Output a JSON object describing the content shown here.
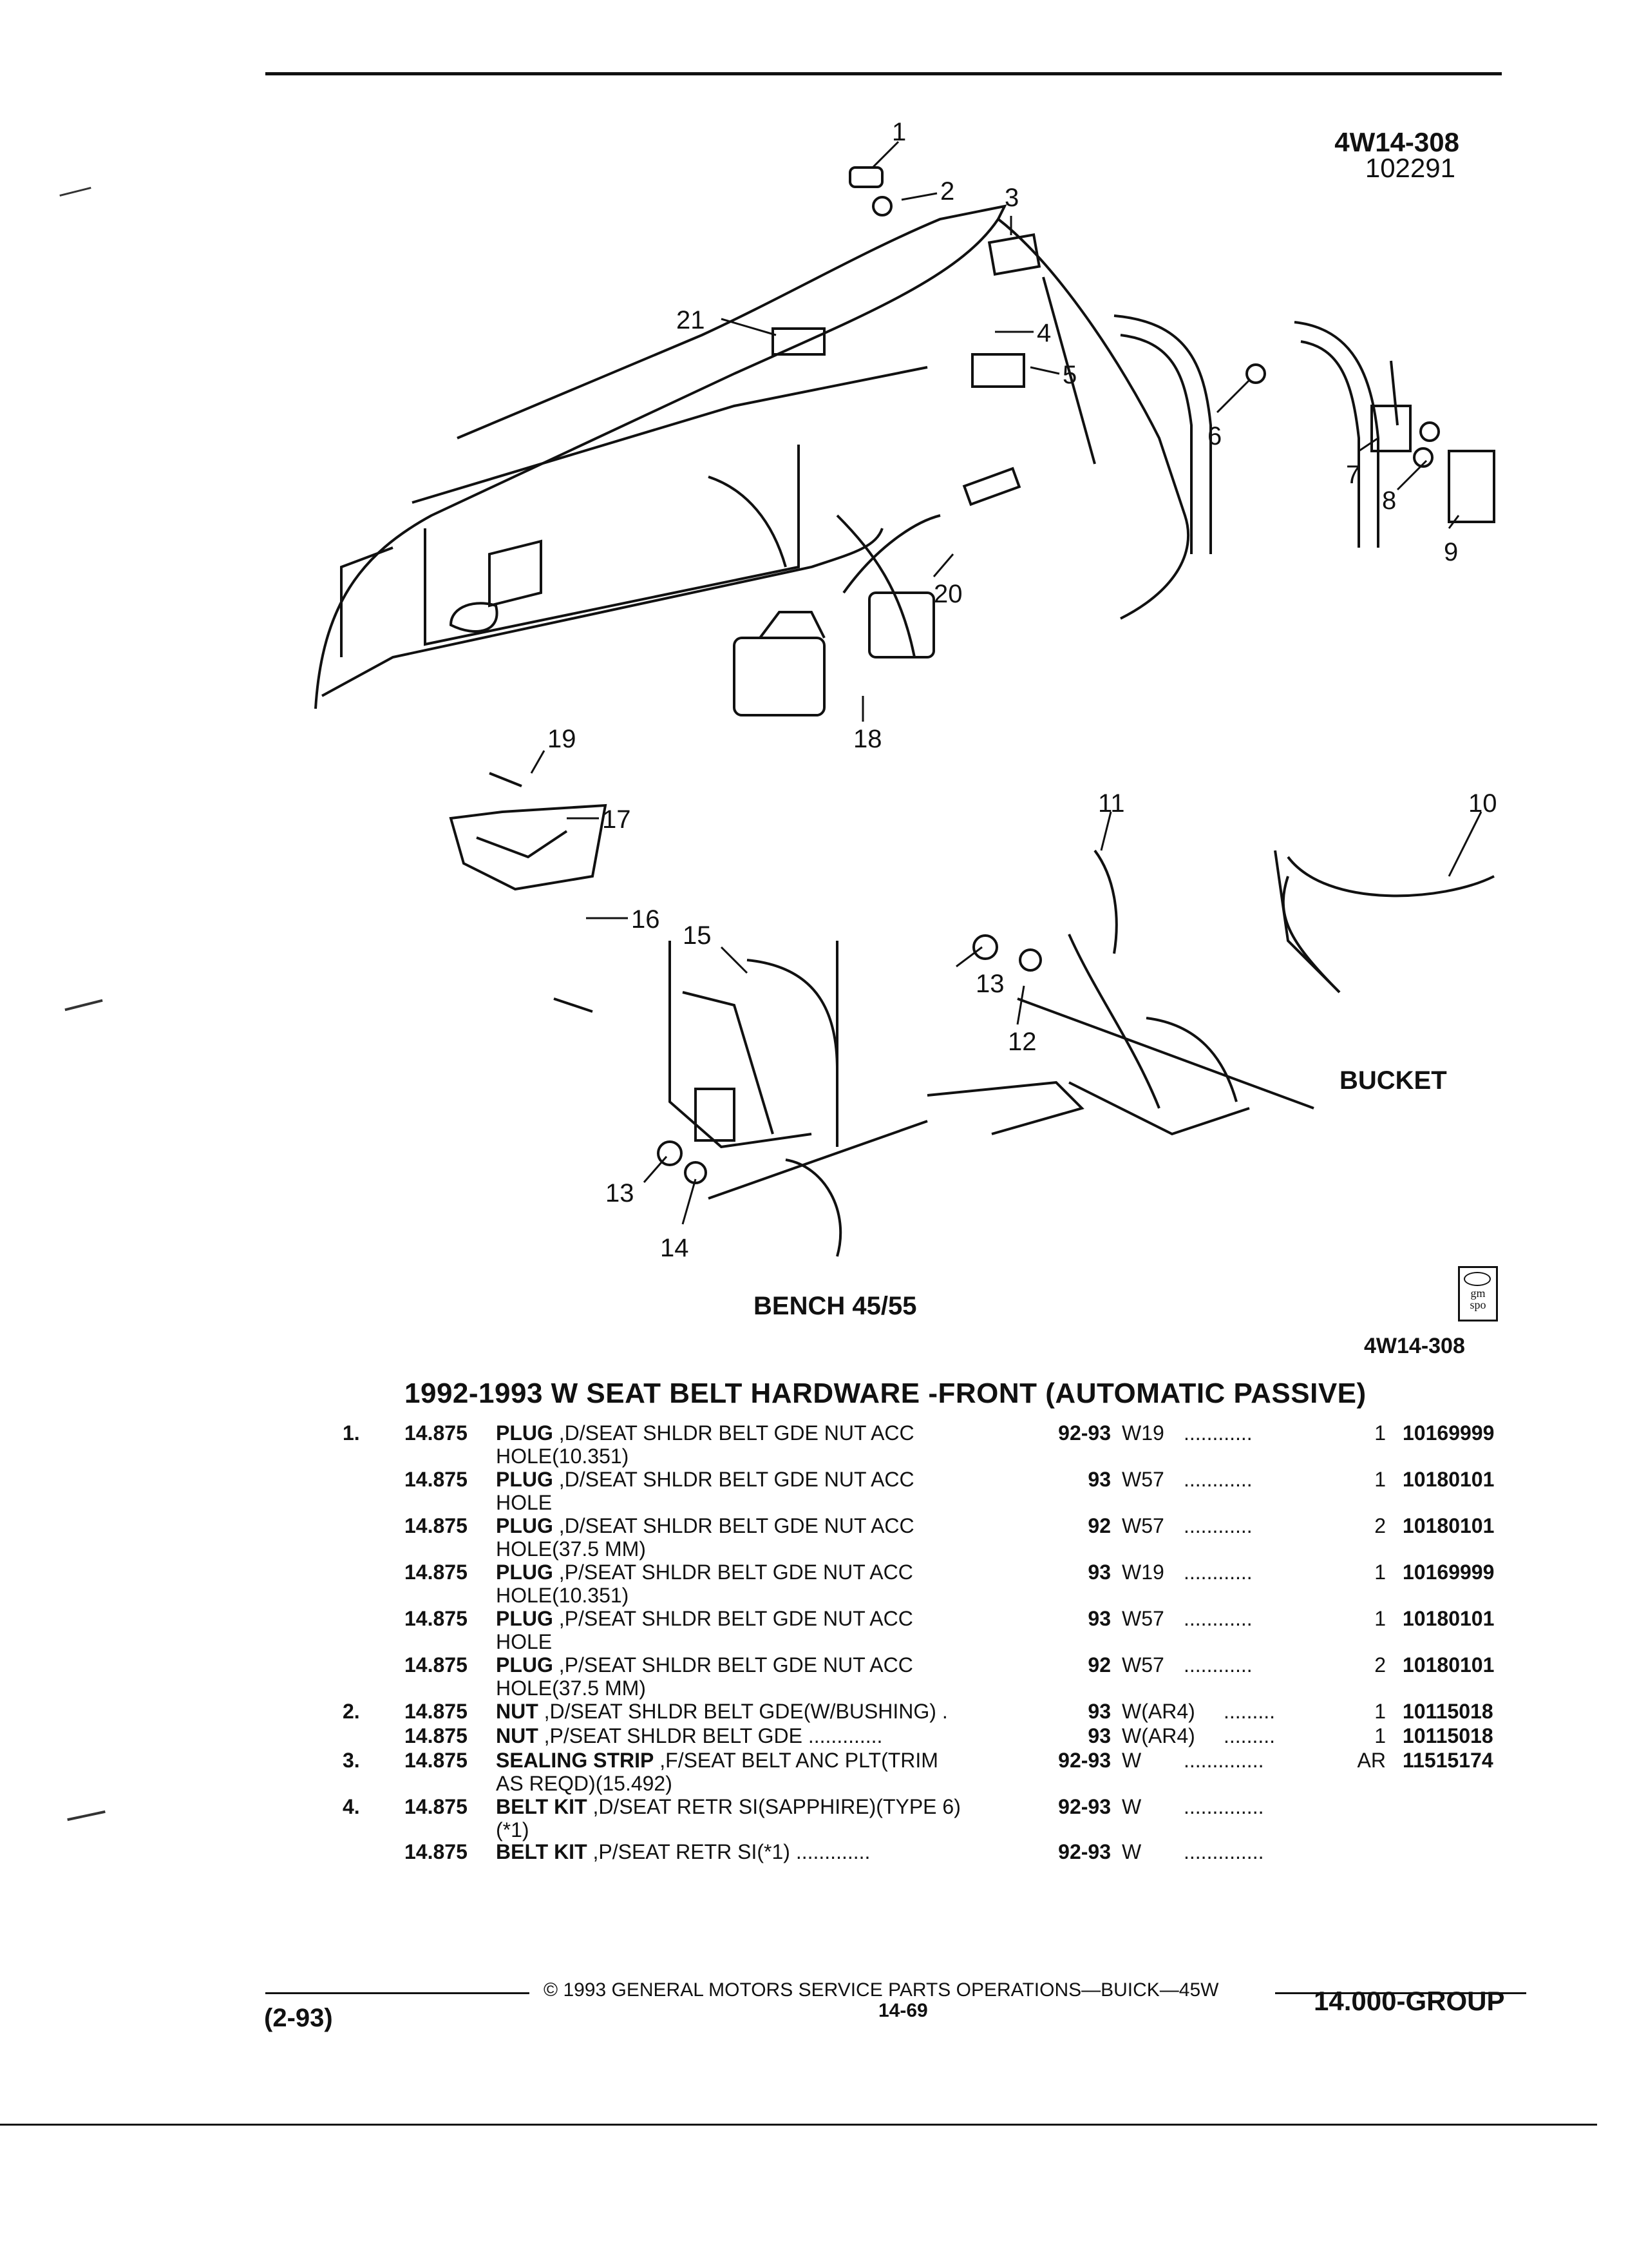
{
  "header": {
    "figure_code": "4W14-308",
    "date_code": "102291"
  },
  "diagram": {
    "callouts": [
      "1",
      "2",
      "3",
      "4",
      "5",
      "6",
      "7",
      "8",
      "9",
      "10",
      "11",
      "12",
      "13",
      "13",
      "14",
      "15",
      "16",
      "17",
      "18",
      "19",
      "20",
      "21"
    ],
    "label_bucket": "BUCKET",
    "label_bench": "BENCH 45/55"
  },
  "logo_text": "gm spo",
  "figure_footer_code": "4W14-308",
  "title": "1992-1993 W SEAT BELT HARDWARE -FRONT (AUTOMATIC PASSIVE)",
  "rows": [
    {
      "no": "1.",
      "grp": "14.875",
      "name": "PLUG",
      "desc": " ,D/SEAT SHLDR BELT GDE NUT ACC",
      "desc2": "HOLE(10.351)",
      "yr": "92-93",
      "ser": "W19",
      "dots": "............",
      "qty": "1",
      "pn": "10169999"
    },
    {
      "no": "",
      "grp": "14.875",
      "name": "PLUG",
      "desc": " ,D/SEAT SHLDR BELT GDE NUT ACC",
      "desc2": "HOLE",
      "yr": "93",
      "ser": "W57",
      "dots": "............",
      "qty": "1",
      "pn": "10180101"
    },
    {
      "no": "",
      "grp": "14.875",
      "name": "PLUG",
      "desc": " ,D/SEAT SHLDR BELT GDE NUT ACC",
      "desc2": "HOLE(37.5 MM)",
      "yr": "92",
      "ser": "W57",
      "dots": "............",
      "qty": "2",
      "pn": "10180101"
    },
    {
      "no": "",
      "grp": "14.875",
      "name": "PLUG",
      "desc": " ,P/SEAT SHLDR BELT GDE NUT ACC",
      "desc2": "HOLE(10.351)",
      "yr": "93",
      "ser": "W19",
      "dots": "............",
      "qty": "1",
      "pn": "10169999"
    },
    {
      "no": "",
      "grp": "14.875",
      "name": "PLUG",
      "desc": " ,P/SEAT SHLDR BELT GDE NUT ACC",
      "desc2": "HOLE",
      "yr": "93",
      "ser": "W57",
      "dots": "............",
      "qty": "1",
      "pn": "10180101"
    },
    {
      "no": "",
      "grp": "14.875",
      "name": "PLUG",
      "desc": " ,P/SEAT SHLDR BELT GDE NUT ACC",
      "desc2": "HOLE(37.5 MM)",
      "yr": "92",
      "ser": "W57",
      "dots": "............",
      "qty": "2",
      "pn": "10180101"
    },
    {
      "no": "2.",
      "grp": "14.875",
      "name": "NUT",
      "desc": " ,D/SEAT SHLDR BELT GDE(W/BUSHING) .",
      "desc2": "",
      "yr": "93",
      "ser": "W(AR4)",
      "dots": ".........",
      "qty": "1",
      "pn": "10115018"
    },
    {
      "no": "",
      "grp": "14.875",
      "name": "NUT",
      "desc": " ,P/SEAT SHLDR BELT GDE .............",
      "desc2": "",
      "yr": "93",
      "ser": "W(AR4)",
      "dots": ".........",
      "qty": "1",
      "pn": "10115018"
    },
    {
      "no": "3.",
      "grp": "14.875",
      "name": "SEALING STRIP",
      "desc": " ,F/SEAT BELT ANC PLT(TRIM",
      "desc2": "AS REQD)(15.492)",
      "yr": "92-93",
      "ser": "W",
      "dots": "..............",
      "qty": "AR",
      "pn": "11515174"
    },
    {
      "no": "4.",
      "grp": "14.875",
      "name": "BELT KIT",
      "desc": " ,D/SEAT RETR SI(SAPPHIRE)(TYPE 6)",
      "desc2": "(*1)",
      "yr": "92-93",
      "ser": "W",
      "dots": "..............",
      "qty": "",
      "pn": ""
    },
    {
      "no": "",
      "grp": "14.875",
      "name": "BELT KIT",
      "desc": " ,P/SEAT RETR SI(*1) .............",
      "desc2": "",
      "yr": "92-93",
      "ser": "W",
      "dots": "..............",
      "qty": "",
      "pn": ""
    }
  ],
  "footer": {
    "copyright": "© 1993 GENERAL MOTORS SERVICE PARTS OPERATIONS—BUICK—45W",
    "page": "14-69",
    "left": "(2-93)",
    "right": "14.000-GROUP"
  }
}
